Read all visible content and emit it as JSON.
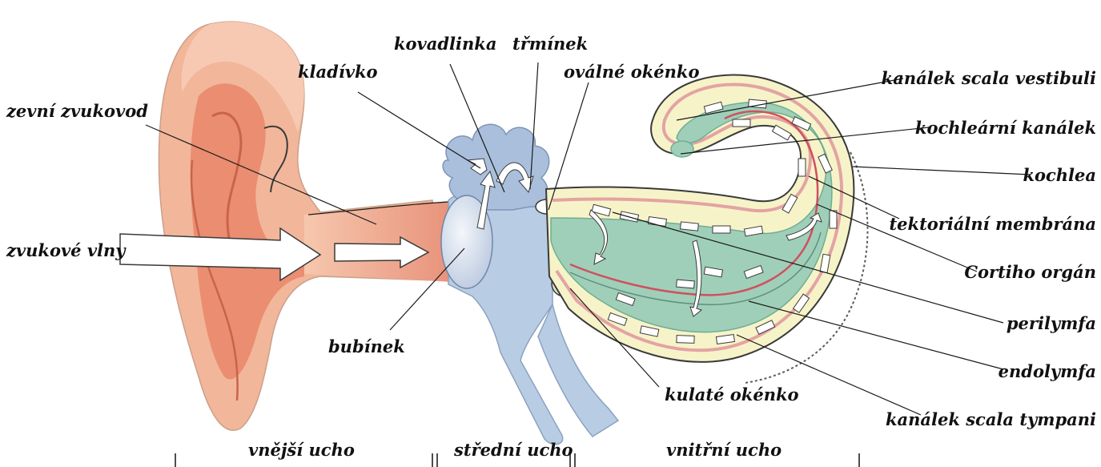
{
  "labels": {
    "zevni_zvukovod": "zevní zvukovod",
    "zvukove_vlny": "zvukové vlny",
    "kladivko": "kladívko",
    "kovadlinka": "kovadlinka",
    "trminek": "třmínek",
    "ovalne_okenko": "oválné okénko",
    "bubinek": "bubínek",
    "kulate_okenko": "kulaté okénko",
    "scala_vestibuli": "kanálek scala vestibuli",
    "kochlearni_kanalek": "kochleární kanálek",
    "kochlea": "kochlea",
    "tektorialni_membrana": "tektoriální membrána",
    "cortiho_organ": "Cortiho orgán",
    "perilymfa": "perilymfa",
    "endolymfa": "endolymfa",
    "scala_tympani": "kanálek scala tympani"
  },
  "sections": {
    "outer": "vnější ucho",
    "middle": "střední ucho",
    "inner": "vnitřní ucho"
  },
  "colors": {
    "ear_skin": "#f2b69a",
    "ear_shadow": "#e9896a",
    "middle_ear": "#b8cce4",
    "cochlea_outer": "#f7f3c8",
    "cochlea_inner": "#9fcfb8",
    "membrane_red": "#d05060",
    "outline": "#3a3a3a"
  }
}
